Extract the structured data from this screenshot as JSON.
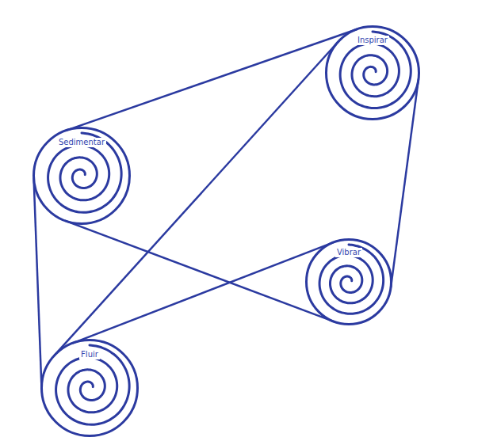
{
  "diagram": {
    "nodes": [
      {
        "text": [
          "Inspirar"
        ]
      },
      {
        "text": [
          "Sedimentar"
        ]
      },
      {
        "text": [
          "Vibrar"
        ]
      },
      {
        "text": [
          "Fluir"
        ]
      }
    ],
    "edges": [
      {
        "from": 1,
        "to": 0,
        "arrow": "none"
      },
      {
        "from": 0,
        "to": 3,
        "arrow": "none"
      },
      {
        "from": 0,
        "to": 2,
        "arrow": "none"
      },
      {
        "from": 1,
        "to": 2,
        "arrow": "none"
      },
      {
        "from": 1,
        "to": 3,
        "arrow": "none"
      },
      {
        "from": 3,
        "to": 2,
        "arrow": "none"
      }
    ]
  }
}
